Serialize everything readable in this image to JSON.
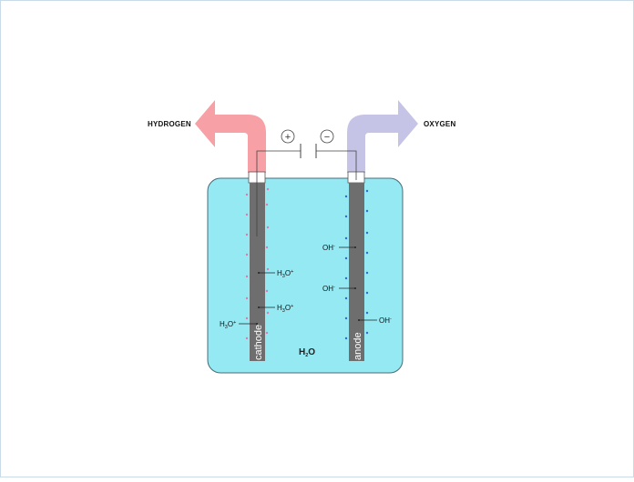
{
  "gases": {
    "left": "HYDROGEN",
    "right": "OXYGEN"
  },
  "terminals": {
    "left_sign": "+",
    "right_sign": "−"
  },
  "electrodes": {
    "left": "cathode",
    "right": "anode"
  },
  "ions": {
    "hydronium_main": "H",
    "hydronium_sub": "3",
    "hydronium_tail": "O",
    "hydronium_charge": "+",
    "hydroxide_main": "OH",
    "hydroxide_charge": "-"
  },
  "water": {
    "main": "H",
    "sub": "2",
    "tail": "O"
  },
  "colors": {
    "background": "#ffffff",
    "electrolyte": "#94e9f3",
    "electrode": "#6e6e6e",
    "hydrogen_arrow": "#f7a0a6",
    "oxygen_arrow": "#c5c3e6",
    "cathode_dots": "#e27aa8",
    "anode_dots": "#3b64d6"
  }
}
